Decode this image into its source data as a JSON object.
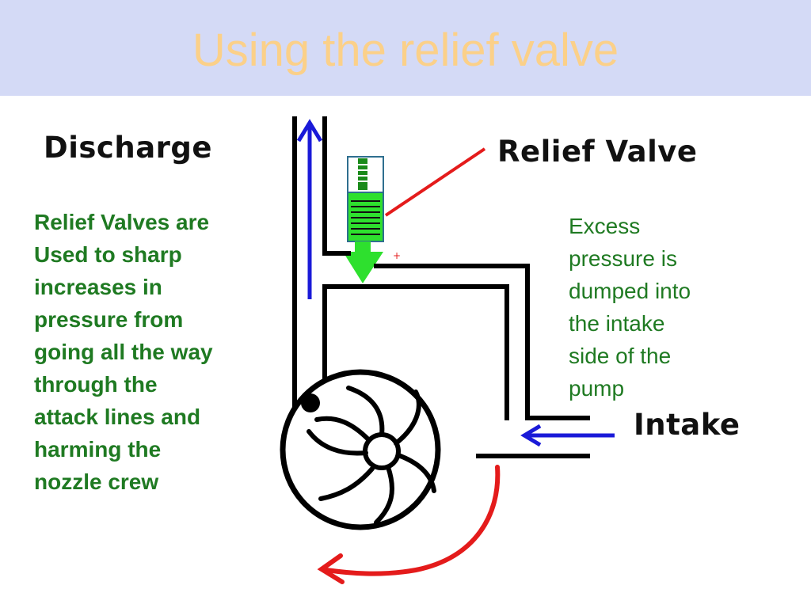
{
  "title": "Using the relief valve",
  "labels": {
    "discharge": "Discharge",
    "relief_valve": "Relief Valve",
    "intake": "Intake"
  },
  "left_note": [
    "Relief Valves are",
    "Used to sharp",
    "increases in",
    "pressure from",
    "going all the way",
    "through the",
    "attack lines and",
    "harming the",
    "nozzle crew"
  ],
  "right_note": [
    "Excess",
    "pressure is",
    "dumped into",
    "the intake",
    "side of the",
    "pump"
  ],
  "colors": {
    "title_band": "#d4daf6",
    "title_text": "#fbd089",
    "note_text": "#1f7a22",
    "flow_arrow_blue": "#1a1ad8",
    "pointer_red": "#e41b1b",
    "valve_green": "#2ee02e",
    "valve_body_outline": "#2f6f8f"
  }
}
